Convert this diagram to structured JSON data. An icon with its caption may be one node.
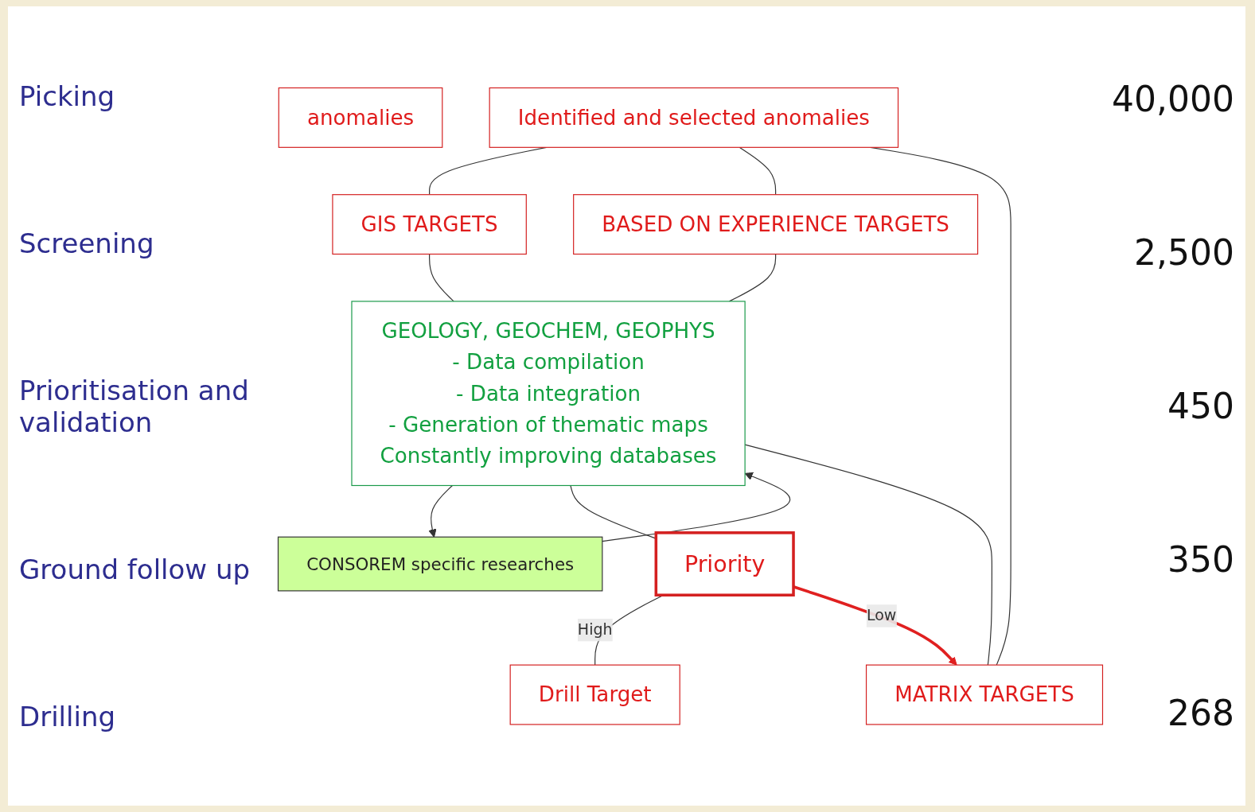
{
  "diagram": {
    "nodes": [
      {
        "text": [
          "anomalies"
        ]
      },
      {
        "text": [
          "Identified and selected anomalies"
        ]
      },
      {
        "text": [
          "GIS TARGETS"
        ]
      },
      {
        "text": [
          "BASED ON EXPERIENCE TARGETS"
        ]
      },
      {
        "text": [
          "MATRIX TARGETS"
        ]
      },
      {
        "text": [
          "GEOLOGY, GEOCHEM, GEOPHYS",
          "- Data compilation",
          "- Data integration",
          "- Generation of thematic maps",
          "Constantly improving databases"
        ]
      },
      {
        "text": [
          "CONSOREM specific researches"
        ]
      },
      {
        "text": [
          "Priority"
        ]
      },
      {
        "text": [
          "Drill Target"
        ]
      }
    ],
    "edges": [
      {
        "from": 1,
        "to": 2,
        "arrow": "none"
      },
      {
        "from": 1,
        "to": 3,
        "arrow": "none"
      },
      {
        "from": 1,
        "to": 4,
        "arrow": "none"
      },
      {
        "from": 2,
        "to": 5,
        "arrow": "none"
      },
      {
        "from": 3,
        "to": 5,
        "arrow": "none"
      },
      {
        "from": 4,
        "to": 5,
        "arrow": "none"
      },
      {
        "from": 6,
        "to": 5,
        "arrow": "to"
      },
      {
        "from": 5,
        "to": 6,
        "arrow": "to"
      },
      {
        "from": 5,
        "to": 7,
        "arrow": "none"
      },
      {
        "from": 7,
        "to": 8,
        "label": "High",
        "arrow": "none"
      },
      {
        "from": 7,
        "to": 4,
        "label": "Low",
        "arrow": "to",
        "style": "thick",
        "color": "#e02020"
      }
    ],
    "labels": [
      "Picking",
      "40,000",
      "Screening",
      "2,500",
      "Prioritisation and validation",
      "450",
      "Ground follow up",
      "350",
      "Drilling",
      "268"
    ]
  }
}
